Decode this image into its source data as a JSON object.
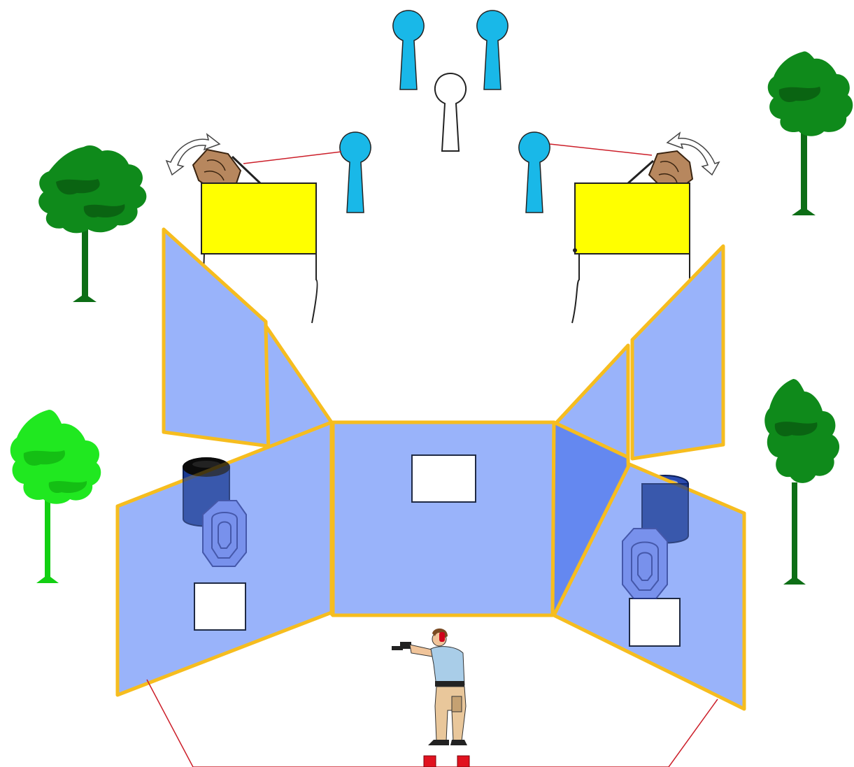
{
  "scene": {
    "description_items": [
      "popper-1",
      "popper-2",
      "popper-3",
      "popper-4",
      "no-shoot-popper",
      "swinger-left",
      "swinger-right",
      "wall-center",
      "wall-left-front",
      "wall-right-front",
      "barrel-left",
      "barrel-right",
      "shooter",
      "fault-line"
    ]
  },
  "colors": {
    "wall": "#99b3fa",
    "wall_border": "#f6bd1f",
    "popper": "#19b8e8",
    "box": "#ffff00",
    "fault": "#e1121f",
    "tree_dark": "#0f8a1b",
    "tree_light": "#20e820"
  },
  "icons": {
    "rotation": "rotate-arrows-icon",
    "shooter": "shooter-figure",
    "tree": "tree-icon"
  }
}
